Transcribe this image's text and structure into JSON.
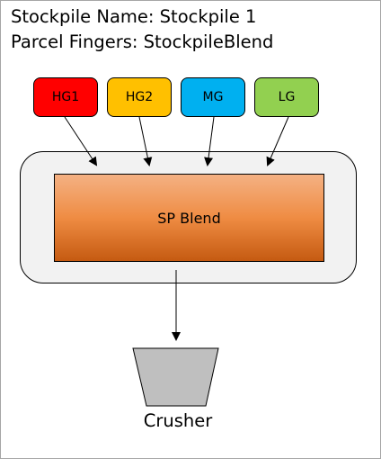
{
  "header": {
    "stockpile_name": "Stockpile Name: Stockpile 1",
    "parcel_fingers": "Parcel Fingers: StockpileBlend"
  },
  "sources": [
    {
      "label": "HG1",
      "color": "#ff0000"
    },
    {
      "label": "HG2",
      "color": "#ffc000"
    },
    {
      "label": "MG",
      "color": "#00b0f0"
    },
    {
      "label": "LG",
      "color": "#92d050"
    }
  ],
  "blend": {
    "label": "SP Blend",
    "outer_color": "#f2f2f2"
  },
  "crusher": {
    "label": "Crusher",
    "color": "#bfbfbf"
  }
}
